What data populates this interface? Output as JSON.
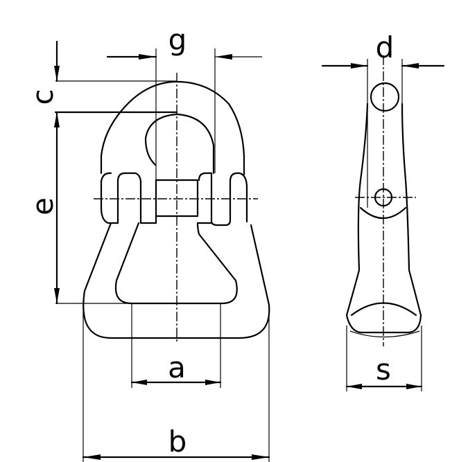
{
  "labels": {
    "g": "g",
    "c": "c",
    "e": "e",
    "d": "d",
    "a": "a",
    "b": "b",
    "s": "s"
  }
}
